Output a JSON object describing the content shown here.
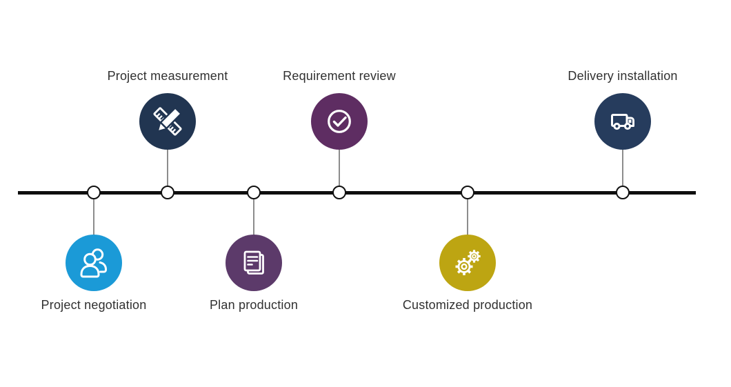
{
  "diagram": {
    "background_color": "#ffffff",
    "timeline": {
      "color": "#0f0f0f"
    },
    "connector_color": "#8c8c8c",
    "node": {
      "fill": "#ffffff",
      "border_color": "#101010"
    },
    "label_color": "#303030",
    "steps": [
      {
        "label": "Project negotiation",
        "position": "below",
        "icon": "people-icon",
        "color": "#1b9ad7"
      },
      {
        "label": "Project measurement",
        "position": "above",
        "icon": "ruler-pencil-icon",
        "color": "#213551"
      },
      {
        "label": "Plan production",
        "position": "below",
        "icon": "document-icon",
        "color": "#5c3a6a"
      },
      {
        "label": "Requirement review",
        "position": "above",
        "icon": "check-circle-icon",
        "color": "#5e2d62"
      },
      {
        "label": "Customized production",
        "position": "below",
        "icon": "gears-icon",
        "color": "#bda512"
      },
      {
        "label": "Delivery installation",
        "position": "above",
        "icon": "truck-icon",
        "color": "#263c5d"
      }
    ]
  }
}
